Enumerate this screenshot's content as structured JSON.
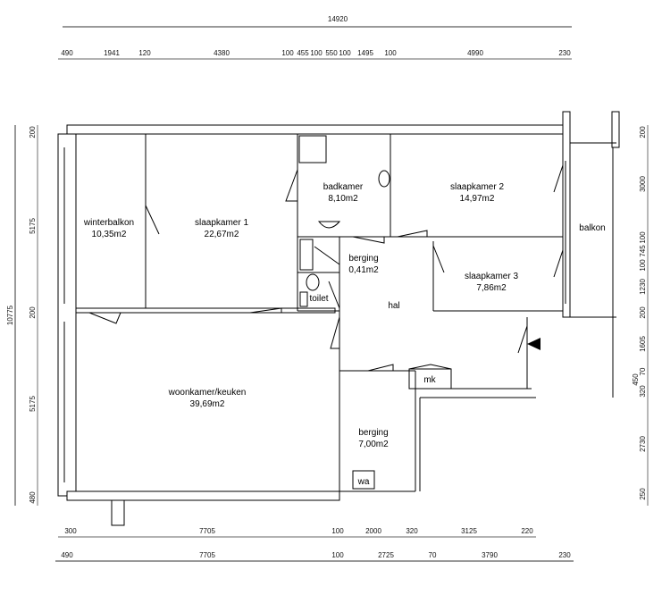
{
  "overall": {
    "width": "14920",
    "height": "10775"
  },
  "dims_top": [
    "490",
    "1941",
    "120",
    "4380",
    "100",
    "455",
    "100",
    "550",
    "100",
    "1495",
    "100",
    "4990",
    "230"
  ],
  "dims_bottom1": [
    "300",
    "7705",
    "100",
    "2000",
    "320",
    "3125",
    "220"
  ],
  "dims_bottom2": [
    "490",
    "7705",
    "100",
    "2725",
    "70",
    "3790",
    "230"
  ],
  "dims_left": [
    "200",
    "5175",
    "200",
    "5175",
    "480"
  ],
  "dims_right": [
    "200",
    "3000",
    "100",
    "745",
    "100",
    "1230",
    "200",
    "1605",
    "70",
    "450",
    "320",
    "2730",
    "250"
  ],
  "rooms": {
    "winterbalkon": {
      "name": "winterbalkon",
      "area": "10,35m2"
    },
    "slaapkamer1": {
      "name": "slaapkamer 1",
      "area": "22,67m2"
    },
    "badkamer": {
      "name": "badkamer",
      "area": "8,10m2"
    },
    "slaapkamer2": {
      "name": "slaapkamer 2",
      "area": "14,97m2"
    },
    "balkon": {
      "name": "balkon"
    },
    "berging_small": {
      "name": "berging",
      "area": "0,41m2"
    },
    "toilet": {
      "name": "toilet"
    },
    "slaapkamer3": {
      "name": "slaapkamer 3",
      "area": "7,86m2"
    },
    "hal": {
      "name": "hal"
    },
    "woonkamer": {
      "name": "woonkamer/keuken",
      "area": "39,69m2"
    },
    "berging_large": {
      "name": "berging",
      "area": "7,00m2"
    },
    "mk": {
      "name": "mk"
    },
    "wa": {
      "name": "wa"
    }
  }
}
